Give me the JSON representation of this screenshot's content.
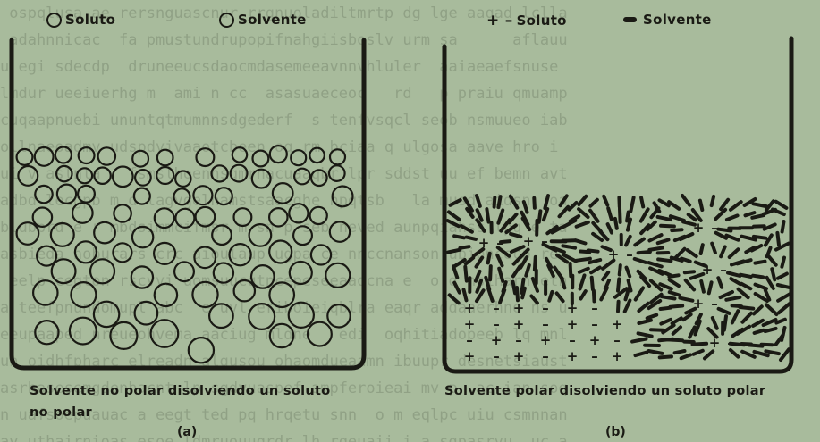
{
  "panel_a": {
    "legend_solute": "Soluto",
    "legend_solvent": "Solvente",
    "caption_line1": "Solvente no polar disolviendo un soluto",
    "caption_line2": "no polar",
    "label": "(a)"
  },
  "panel_b": {
    "legend_solute_symbol": "+ –",
    "legend_solute": "Soluto",
    "legend_solvent": "Solvente",
    "caption": "Solvente  polar  disolviendo un soluto polar",
    "label": "(b)"
  },
  "icons": {
    "panel_a_solute": "circle-outline-icon",
    "panel_a_solvent": "circle-outline-icon",
    "panel_b_solute": "plus-minus-icon",
    "panel_b_solvent": "dash-bar-icon"
  },
  "colors": {
    "paper": "#a8bb9c",
    "ink": "#1a1a14"
  }
}
